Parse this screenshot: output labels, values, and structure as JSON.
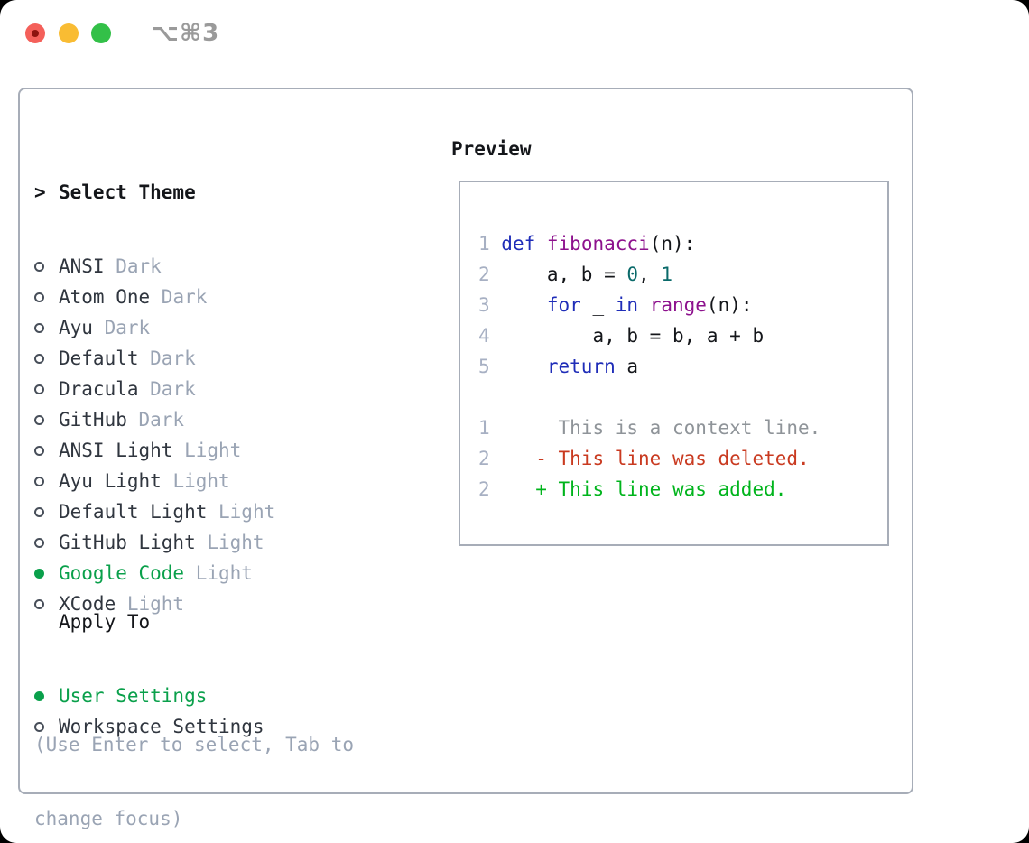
{
  "window": {
    "title": "⌥⌘3"
  },
  "colors": {
    "traffic_red": "#f4605a",
    "traffic_red_dot": "#8d130e",
    "traffic_yellow": "#f9bc33",
    "traffic_green": "#33c048",
    "border": "#a7adb8",
    "item_text": "#30363f",
    "muted_gray": "#9aa4b4",
    "radio_ring": "#474e59",
    "selected_green": "#0aa04b",
    "keyword_blue": "#1f2db8",
    "function_purple": "#8d118d",
    "number_teal": "#0a6a6a",
    "plain_code": "#14161a",
    "lineno_gray": "#a7b0c3",
    "context_gray": "#8f9499",
    "deleted_red": "#c93a20",
    "added_green": "#00b41c"
  },
  "theme_list": {
    "header_prefix": ">",
    "header": "Select Theme",
    "items": [
      {
        "name": "ANSI",
        "tag": "Dark",
        "selected": false
      },
      {
        "name": "Atom One",
        "tag": "Dark",
        "selected": false
      },
      {
        "name": "Ayu",
        "tag": "Dark",
        "selected": false
      },
      {
        "name": "Default",
        "tag": "Dark",
        "selected": false
      },
      {
        "name": "Dracula",
        "tag": "Dark",
        "selected": false
      },
      {
        "name": "GitHub",
        "tag": "Dark",
        "selected": false
      },
      {
        "name": "ANSI Light",
        "tag": "Light",
        "selected": false
      },
      {
        "name": "Ayu Light",
        "tag": "Light",
        "selected": false
      },
      {
        "name": "Default Light",
        "tag": "Light",
        "selected": false
      },
      {
        "name": "GitHub Light",
        "tag": "Light",
        "selected": false
      },
      {
        "name": "Google Code",
        "tag": "Light",
        "selected": true
      },
      {
        "name": "XCode",
        "tag": "Light",
        "selected": false
      }
    ]
  },
  "apply_to": {
    "header": "Apply To",
    "items": [
      {
        "name": "User Settings",
        "selected": true
      },
      {
        "name": "Workspace Settings",
        "selected": false
      }
    ]
  },
  "help": {
    "lines": [
      "(Use Enter to select, Tab to",
      "change focus)"
    ]
  },
  "preview": {
    "label": "Preview",
    "code_lines": [
      {
        "lineno": "1",
        "tokens": [
          {
            "text": "def",
            "cls": "kw"
          },
          {
            "text": " ",
            "cls": "pl"
          },
          {
            "text": "fibonacci",
            "cls": "fn"
          },
          {
            "text": "(n):",
            "cls": "pl"
          }
        ]
      },
      {
        "lineno": "2",
        "tokens": [
          {
            "text": "    a, b = ",
            "cls": "pl"
          },
          {
            "text": "0",
            "cls": "num"
          },
          {
            "text": ", ",
            "cls": "pl"
          },
          {
            "text": "1",
            "cls": "num"
          }
        ]
      },
      {
        "lineno": "3",
        "tokens": [
          {
            "text": "    ",
            "cls": "pl"
          },
          {
            "text": "for",
            "cls": "kw"
          },
          {
            "text": " _ ",
            "cls": "pl"
          },
          {
            "text": "in",
            "cls": "kw"
          },
          {
            "text": " ",
            "cls": "pl"
          },
          {
            "text": "range",
            "cls": "fn"
          },
          {
            "text": "(n):",
            "cls": "pl"
          }
        ]
      },
      {
        "lineno": "4",
        "tokens": [
          {
            "text": "        a, b = b, a + b",
            "cls": "pl"
          }
        ]
      },
      {
        "lineno": "5",
        "tokens": [
          {
            "text": "    ",
            "cls": "pl"
          },
          {
            "text": "return",
            "cls": "kw"
          },
          {
            "text": " a",
            "cls": "pl"
          }
        ]
      }
    ],
    "diff_lines": [
      {
        "lineno": "1",
        "tokens": [
          {
            "text": "     This is a context line.",
            "cls": "ctx"
          }
        ]
      },
      {
        "lineno": "2",
        "tokens": [
          {
            "text": "   - This line was deleted.",
            "cls": "del"
          }
        ]
      },
      {
        "lineno": "2",
        "tokens": [
          {
            "text": "   + This line was added.",
            "cls": "add"
          }
        ]
      }
    ]
  }
}
